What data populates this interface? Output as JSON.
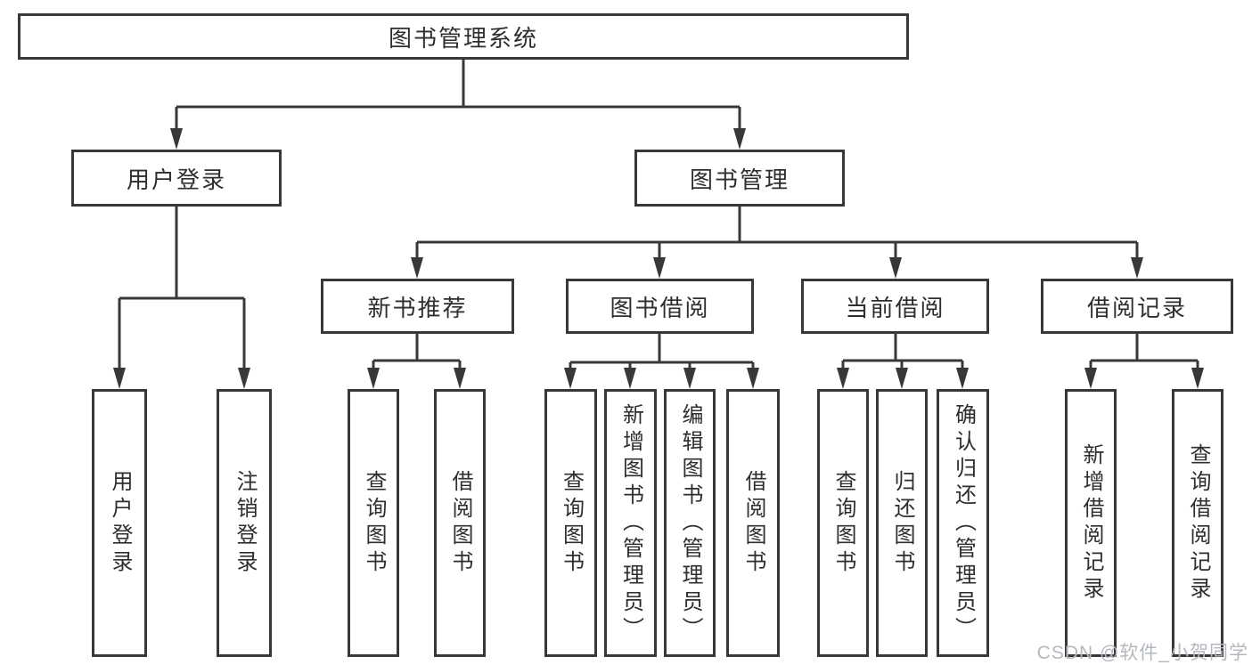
{
  "tree": {
    "root": "图书管理系统",
    "branches": [
      {
        "label": "用户登录",
        "children": [
          "用户登录",
          "注销登录"
        ]
      },
      {
        "label": "图书管理",
        "sections": [
          {
            "label": "新书推荐",
            "children": [
              "查询图书",
              "借阅图书"
            ]
          },
          {
            "label": "图书借阅",
            "children": [
              "查询图书",
              "新增图书（管理员）",
              "编辑图书（管理员）",
              "借阅图书"
            ]
          },
          {
            "label": "当前借阅",
            "children": [
              "查询图书",
              "归还图书",
              "确认归还（管理员）"
            ]
          },
          {
            "label": "借阅记录",
            "children": [
              "新增借阅记录",
              "查询借阅记录"
            ]
          }
        ]
      }
    ]
  },
  "watermark": {
    "text": "CSDN @软件_小贺同学"
  },
  "colors": {
    "line": "#383838",
    "box_border": "#383838",
    "text": "#2e2e2e",
    "watermark_text": "#b4b8bf",
    "background": "#ffffff"
  }
}
